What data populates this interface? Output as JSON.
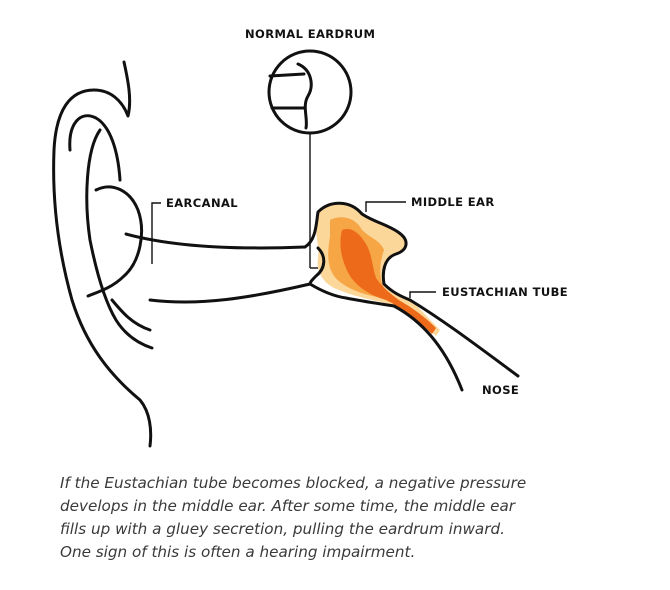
{
  "labels": {
    "normal_eardrum": "NORMAL EARDRUM",
    "earcanal": "EARCANAL",
    "middle_ear": "MIDDLE EAR",
    "eustachian_tube": "EUSTACHIAN TUBE",
    "nose": "NOSE"
  },
  "caption": {
    "line1": "If the Eustachian tube becomes blocked, a negative pressure",
    "line2": "develops in the middle ear. After some time, the middle ear",
    "line3": "fills up with a gluey secretion, pulling the eardrum inward.",
    "line4": "One sign of this is often a hearing impairment."
  },
  "colors": {
    "outline": "#111111",
    "fluid_light": "#fcd79a",
    "fluid_mid": "#f7a646",
    "fluid_dark": "#ec6a1a",
    "caption_text": "#3a3a3a"
  }
}
